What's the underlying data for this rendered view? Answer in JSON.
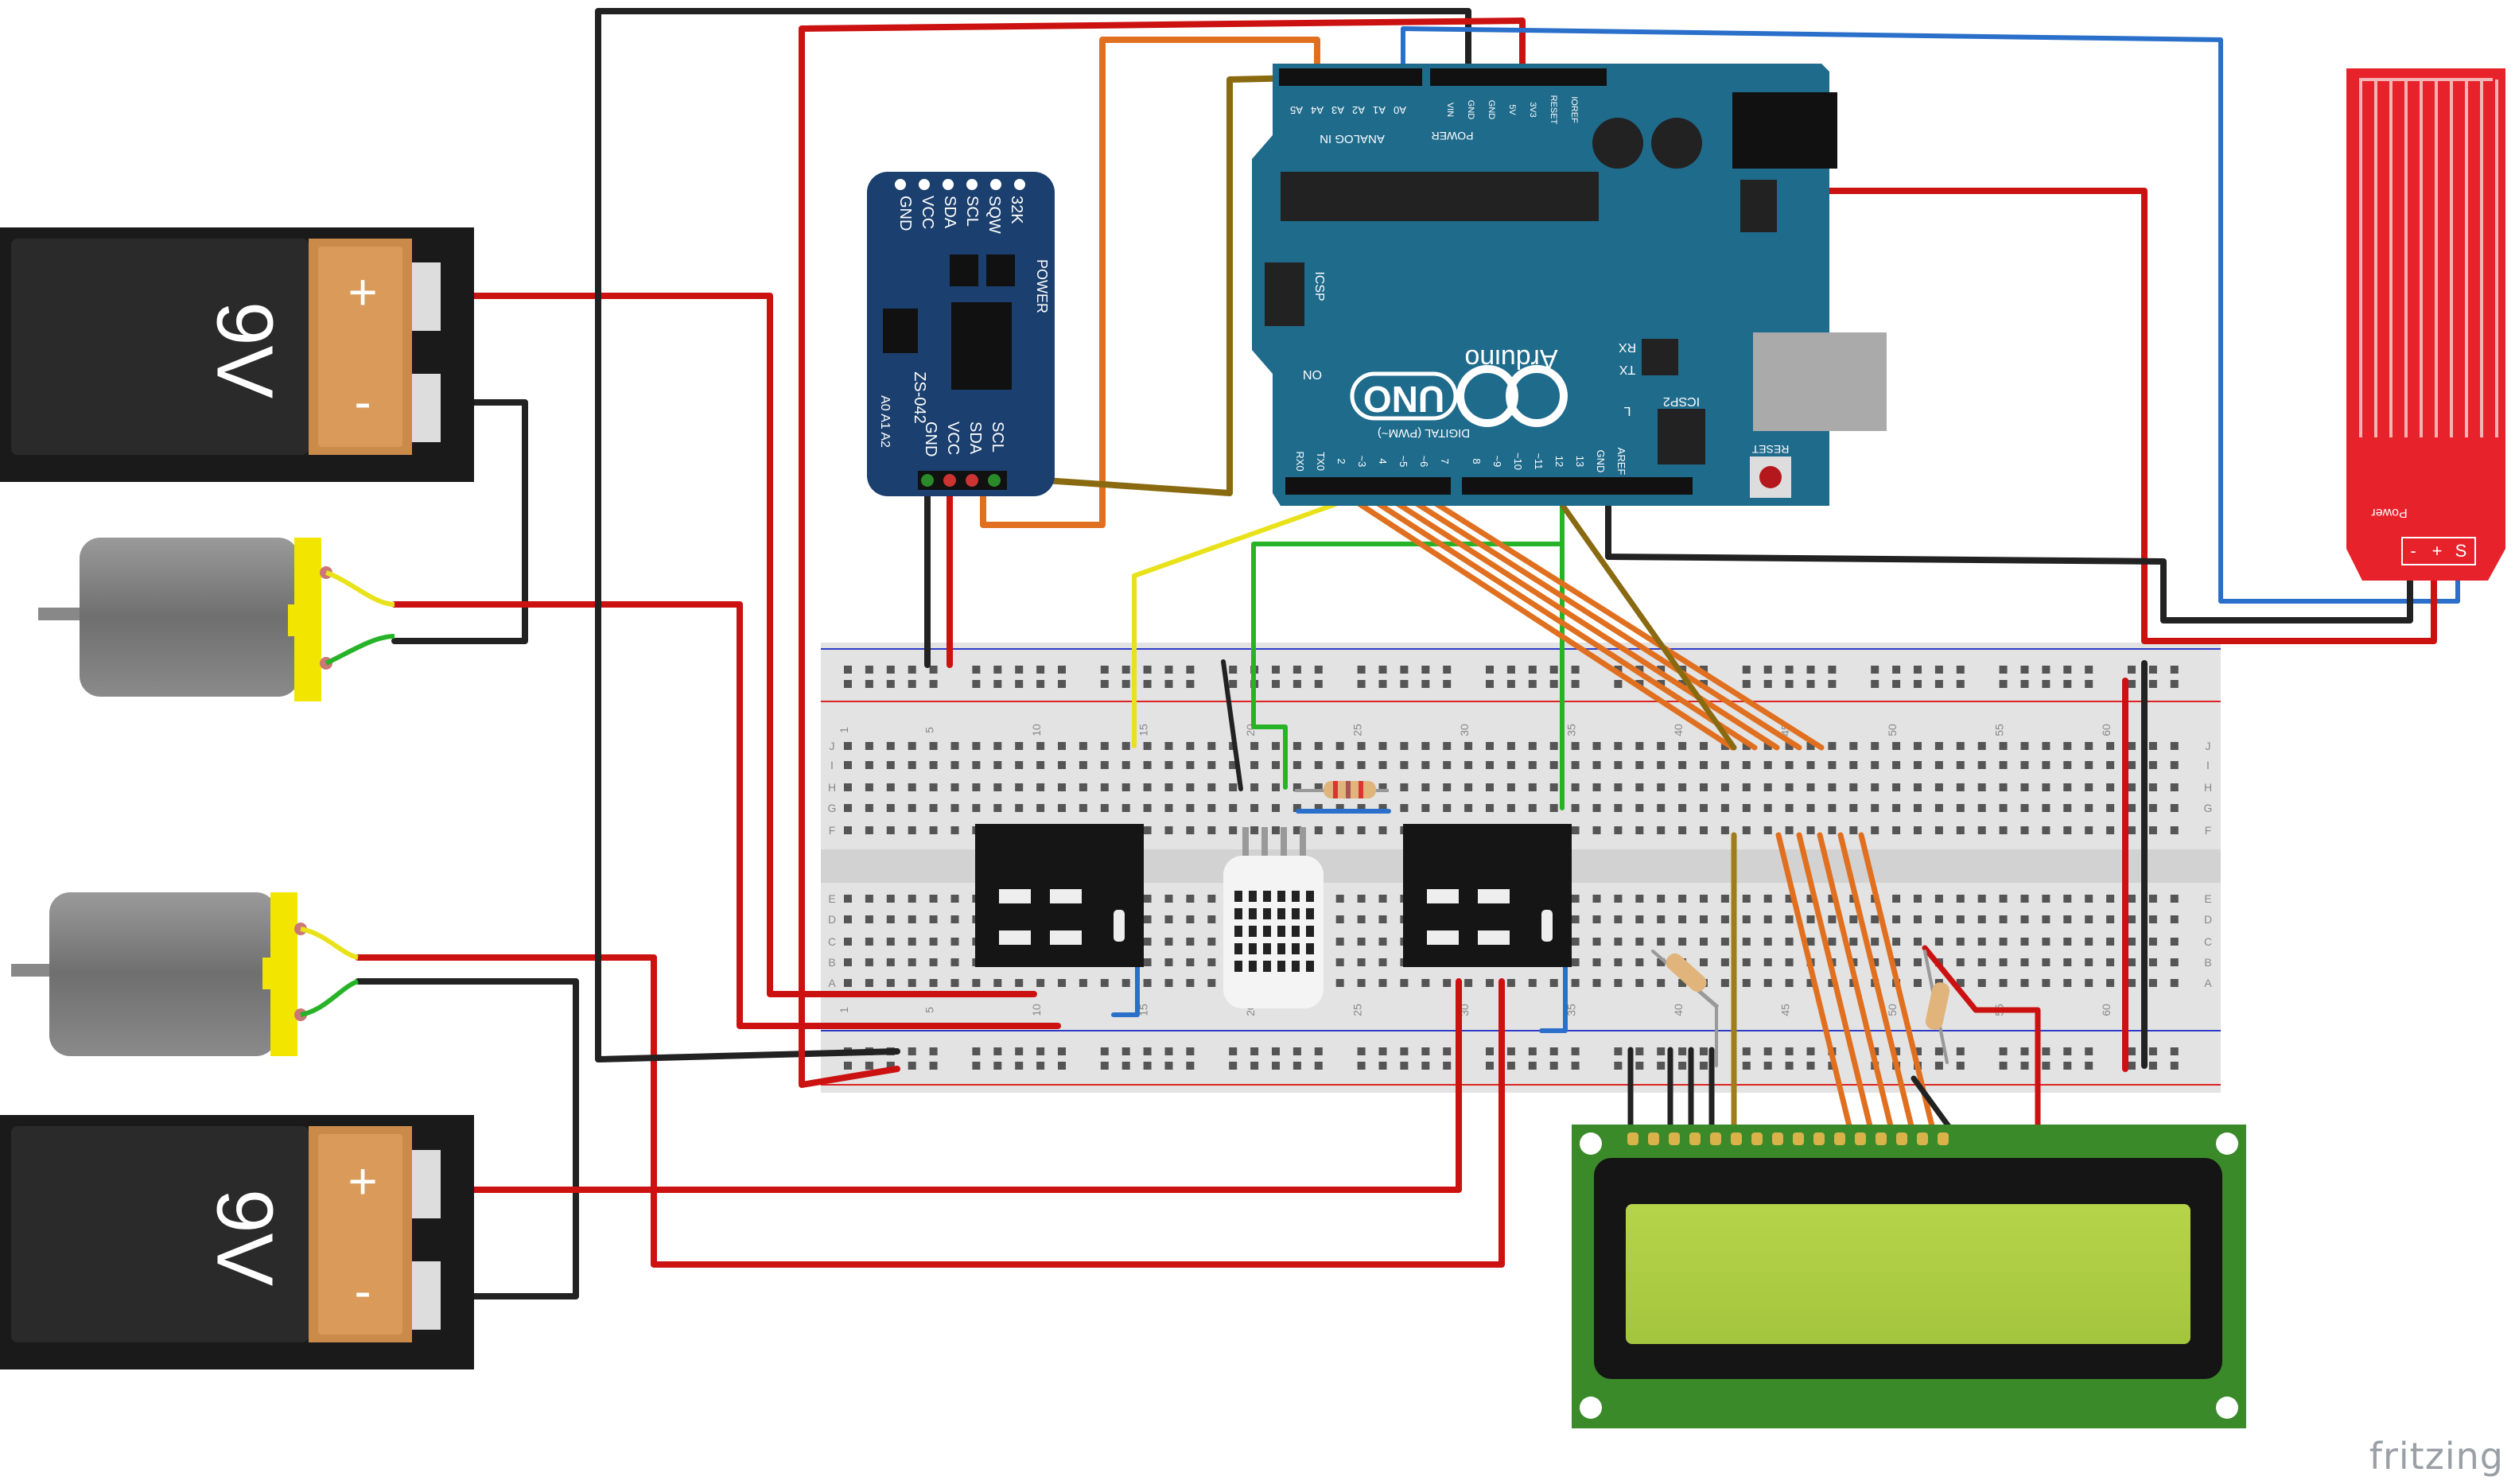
{
  "batteries": [
    {
      "label": "9V",
      "plus": "+",
      "minus": "-"
    },
    {
      "label": "9V",
      "plus": "+",
      "minus": "-"
    }
  ],
  "rtc": {
    "model": "ZS-042",
    "top_pins": [
      "32K",
      "SQW",
      "SCL",
      "SDA",
      "VCC",
      "GND"
    ],
    "bottom_pins": [
      "SCL",
      "SDA",
      "VCC",
      "GND"
    ],
    "power_label": "POWER",
    "addr_label": "A0 A1 A2"
  },
  "arduino": {
    "brand": "Arduino",
    "model": "UNO",
    "analog_pins": [
      "A5",
      "A4",
      "A3",
      "A2",
      "A1",
      "A0"
    ],
    "analog_label": "ANALOG IN",
    "power_pins": [
      "VIN",
      "GND",
      "GND",
      "5V",
      "3V3",
      "RESET",
      "IOREF"
    ],
    "power_label": "POWER",
    "digital_left": [
      "RX0",
      "TX0",
      "2",
      "~3",
      "4",
      "~5",
      "~6",
      "7"
    ],
    "digital_right": [
      "8",
      "~9",
      "~10",
      "~11",
      "12",
      "13",
      "GND",
      "AREF"
    ],
    "digital_label": "DIGITAL (PWM~)",
    "icsp": "ICSP",
    "icsp2": "ICSP2",
    "on": "ON",
    "tx": "TX",
    "rx": "RX",
    "l": "L",
    "reset": "RESET"
  },
  "breadboard": {
    "col_numbers": [
      "1",
      "5",
      "10",
      "15",
      "20",
      "25",
      "30",
      "35",
      "40",
      "45",
      "50",
      "55",
      "60"
    ],
    "row_letters_top": [
      "J",
      "I",
      "H",
      "G",
      "F"
    ],
    "row_letters_bottom": [
      "E",
      "D",
      "C",
      "B",
      "A"
    ]
  },
  "water_sensor": {
    "label": "Power",
    "pins": [
      "-",
      "+",
      "S"
    ]
  },
  "watermark": "fritzing"
}
